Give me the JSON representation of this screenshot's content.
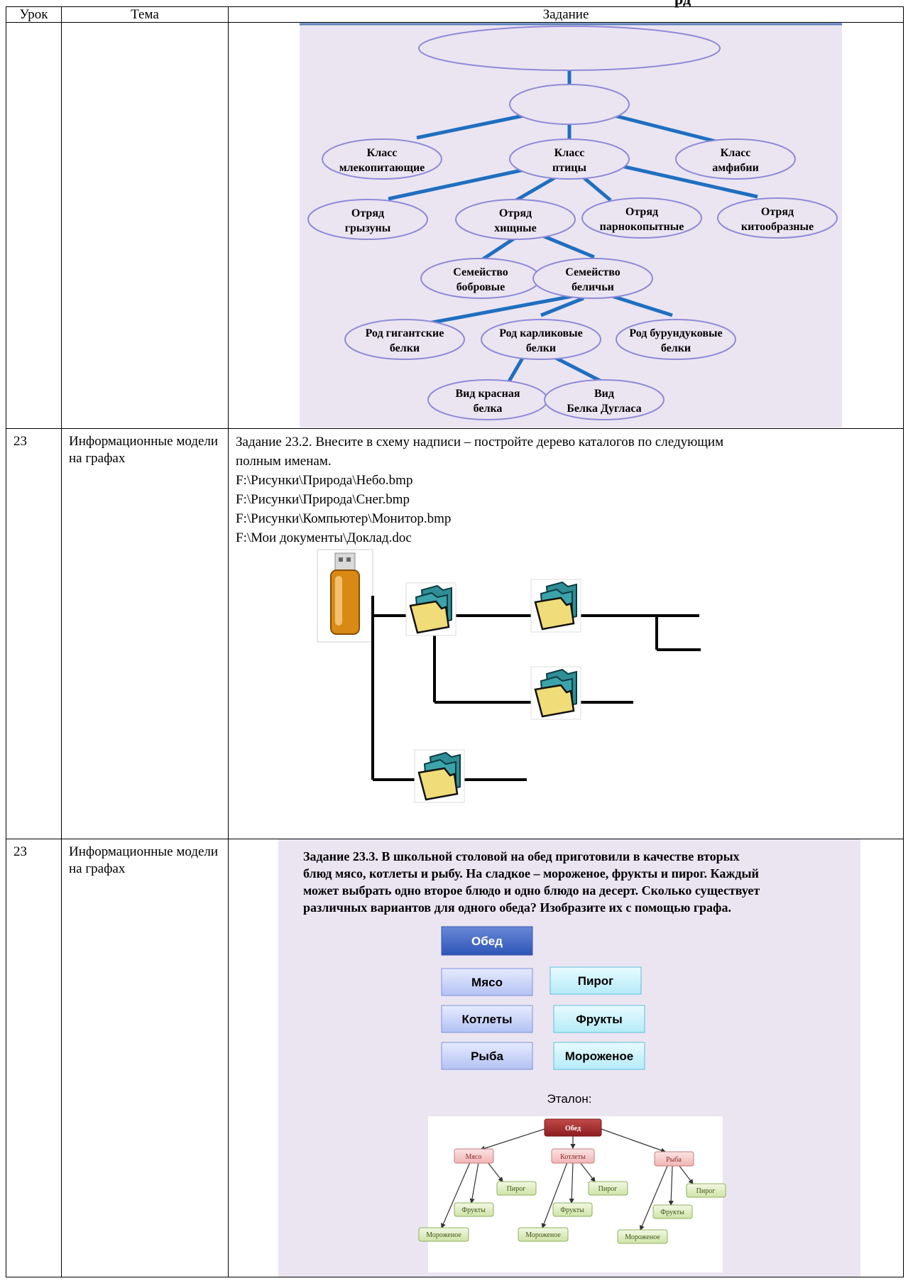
{
  "page_title_fragment": "рд",
  "table": {
    "headers": [
      "Урок",
      "Тема",
      "Задание"
    ]
  },
  "taxonomy": {
    "nodes": {
      "n_top": "",
      "n_mid": "",
      "mammals": [
        "Класс",
        "млекопитающие"
      ],
      "birds": [
        "Класс",
        "птицы"
      ],
      "amphib": [
        "Класс",
        "амфибии"
      ],
      "rodents": [
        "Отряд",
        "грызуны"
      ],
      "predators": [
        "Отряд",
        "хищные"
      ],
      "artio": [
        "Отряд",
        "парнокопытные"
      ],
      "cetacea": [
        "Отряд",
        "китообразные"
      ],
      "beavers": [
        "Семейство",
        "бобровые"
      ],
      "squirrels": [
        "Семейство",
        "беличьи"
      ],
      "giant": [
        "Род гигантские",
        "белки"
      ],
      "dwarf": [
        "Род карликовые",
        "белки"
      ],
      "chipmunk": [
        "Род бурундуковые",
        "белки"
      ],
      "red": [
        "Вид красная",
        "белка"
      ],
      "douglas": [
        "Вид",
        "Белка Дугласа"
      ]
    }
  },
  "row2": {
    "lesson": "23",
    "topic": "Информационные модели на графах",
    "task_lines": [
      "Задание 23.2. Внесите в схему надписи – постройте дерево каталогов по следующим",
      "полным именам.",
      "F:\\Рисунки\\Природа\\Небо.bmp",
      "F:\\Рисунки\\Природа\\Снег.bmp",
      "F:\\Рисунки\\Компьютер\\Монитор.bmp",
      "F:\\Мои документы\\Доклад.doc"
    ]
  },
  "row3": {
    "lesson": "23",
    "topic": "Информационные модели на графах",
    "task_lines": [
      "Задание 23.3. В школьной столовой на обед приготовили в качестве вторых",
      "блюд мясо, котлеты и рыбу. На сладкое – мороженое, фрукты и пирог. Каждый",
      "может выбрать одно второе блюдо и одно блюдо на десерт. Сколько существует",
      "различных вариантов для одного обеда? Изобразите их с помощью графа."
    ],
    "root_box": "Обед",
    "mains": [
      "Мясо",
      "Котлеты",
      "Рыба"
    ],
    "desserts": [
      "Пирог",
      "Фрукты",
      "Мороженое"
    ],
    "etalon_label": "Эталон:",
    "etalon": {
      "root": "Обед",
      "mains": [
        "Мясо",
        "Котлеты",
        "Рыба"
      ],
      "leaf_pie": "Пирог",
      "leaf_fruit": "Фрукты",
      "leaf_ice": "Мороженое"
    }
  }
}
